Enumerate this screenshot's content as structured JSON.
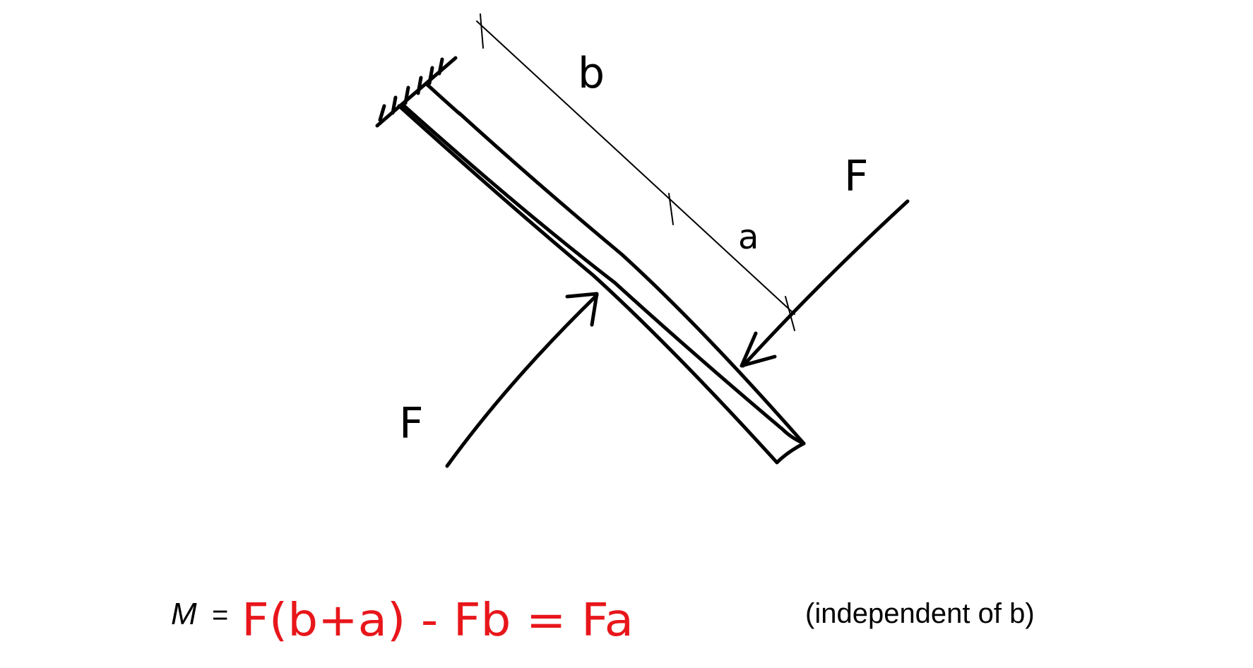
{
  "diagram": {
    "dimension_labels": {
      "b": "b",
      "a": "a"
    },
    "force_labels": {
      "upper_right": "F",
      "lower_left": "F"
    }
  },
  "equation": {
    "lhs": "M",
    "equals": "=",
    "rhs": "F(b+a) - Fb = Fa",
    "note": "(independent of b)"
  },
  "colors": {
    "ink": "#000000",
    "answer": "#e8161b",
    "background": "#ffffff"
  }
}
